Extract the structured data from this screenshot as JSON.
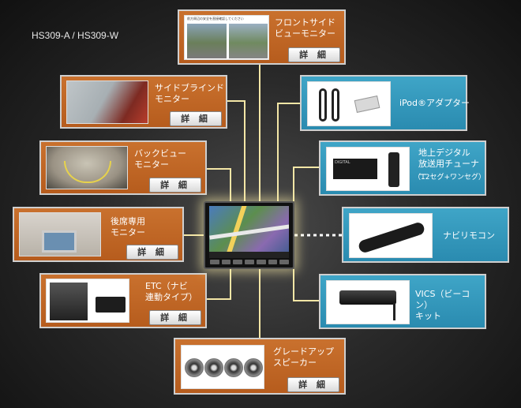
{
  "header": {
    "model": "HS309-A / HS309-W"
  },
  "detail_label": "詳 細",
  "options": {
    "front_side": {
      "label": "フロントサイド\nビューモニター",
      "screen_caption": "前方周辺の安全を直接確認してください"
    },
    "side_blind": {
      "label": "サイドブラインド\nモニター"
    },
    "back_view": {
      "label": "バックビュー\nモニター"
    },
    "rear_seat": {
      "label": "後席専用\nモニター"
    },
    "etc": {
      "label": "ETC（ナビ\n連動タイプ）"
    },
    "speaker": {
      "label": "グレードアップ\nスピーカー"
    },
    "ipod": {
      "label": "iPod®アダプター"
    },
    "tuner": {
      "label": "地上デジタル\n放送用チューナー",
      "sub": "（12セグ+ワンセグ）",
      "device_text": "DIGITAL"
    },
    "remote": {
      "label": "ナビリモコン"
    },
    "vics": {
      "label": "VICS（ビーコン）\nキット"
    }
  },
  "colors": {
    "orange": "#c0662a",
    "blue": "#3399bb",
    "connector": "#f3e6a6"
  }
}
